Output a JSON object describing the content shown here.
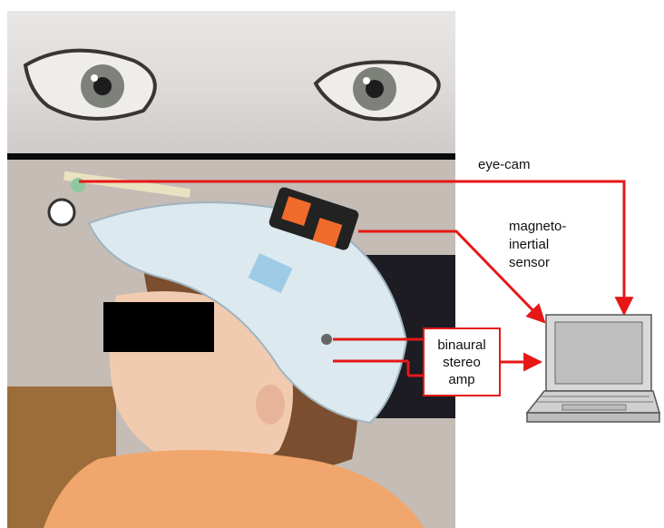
{
  "labels": {
    "eye_cam": "eye-cam",
    "magneto_inertial_sensor": "magneto-\ninertial\nsensor",
    "binaural_stereo_amp": "binaural\nstereo\namp"
  },
  "colors": {
    "connector": "#e61717",
    "censor_bar": "#000000",
    "laptop_fill": "#d9d9d9",
    "laptop_stroke": "#555555"
  },
  "icons": [
    "laptop-icon"
  ]
}
